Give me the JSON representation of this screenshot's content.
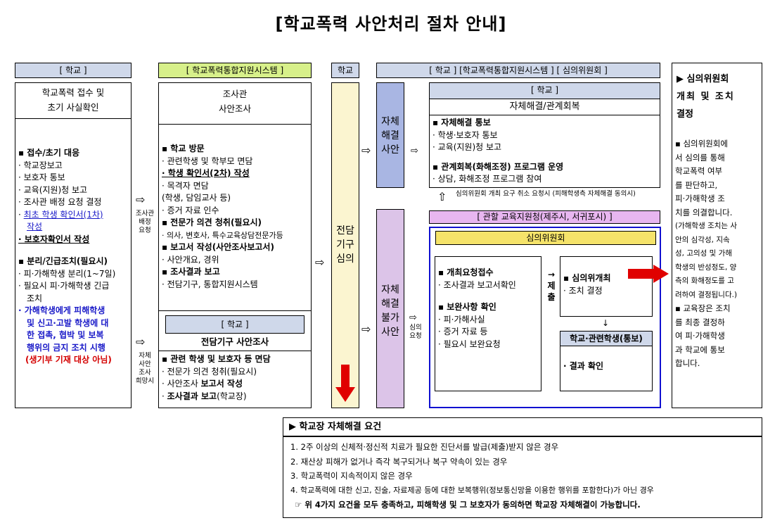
{
  "title": "[학교폭력 사안처리 절차 안내]",
  "col1": {
    "header": "[ 학교 ]",
    "subtitle": [
      "학교폭력 접수 및",
      "초기 사실확인"
    ],
    "sec1_title": "▪ 접수/초기 대응",
    "sec1_items": [
      "· 학교장보고",
      "· 보호자 통보",
      "· 교육(지원)청 보고",
      "· 조사관 배정 요청 결정"
    ],
    "sec1_blue1": "최초 학생 확인서(1차)",
    "sec1_blue2": "작성",
    "sec1_last": "· 보호자확인서 작성",
    "sec2_title": "▪ 분리/긴급조치(필요시)",
    "sec2_items": [
      "· 피·가해학생 분리(1~7일)",
      "· 필요시 피·가해학생 긴급",
      "  조치"
    ],
    "sec2_blue": [
      "· 가해학생에게 피해학생",
      "  및 신고·고발 학생에 대",
      "  한 접촉, 협박 및 보복",
      "  행위의 금지 조치 시행"
    ],
    "sec2_red": "(생기부 기재 대상 아님)"
  },
  "side_labels": {
    "a1": [
      "조사관",
      "배정",
      "요청"
    ],
    "a2": [
      "자체",
      "사안",
      "조사",
      "희망시"
    ],
    "a3": [
      "심의",
      "요청"
    ]
  },
  "col2": {
    "header": "[ 학교폭력통합지원시스템 ]",
    "subtitle": [
      "조사관",
      "사안조사"
    ],
    "s1_title": "▪ 학교 방문",
    "s1_items": [
      "· 관련학생 및 학부모 면담",
      "· 학생 확인서(2차) 작성",
      "· 목격자 면담",
      " (학생, 담임교사 등)",
      "· 증거 자료 인수"
    ],
    "s2_title": "▪ 전문가 의견 청취(필요시)",
    "s2_items": [
      "· 의사, 변호사, 특수교육상담전문가등"
    ],
    "s3_title": "▪ 보고서 작성(사안조사보고서)",
    "s3_items": [
      "· 사안개요, 경위"
    ],
    "s4_title": "▪ 조사결과 보고",
    "s4_items": [
      "· 전담기구, 통합지원시스템"
    ],
    "inner_header": "[ 학교 ]",
    "inner_subtitle": "전담기구 사안조사",
    "inner_items": [
      "▪ 관련 학생 및 보호자 등 면담",
      "· 전문가 의견 청취(필요시)",
      "· 사안조사 보고서 작성",
      "· 조사결과 보고(학교장)"
    ]
  },
  "col3": {
    "header": "학교",
    "label": [
      "전담",
      "기구",
      "심의"
    ]
  },
  "col4": {
    "header": "[ 학교 ] [학교폭력통합지원시스템 ] [ 심의위원회 ]",
    "top_label": [
      "자체",
      "해결",
      "사안"
    ],
    "bottom_label": [
      "자체",
      "해결",
      "불가",
      "사안"
    ],
    "school_box_header": "[ 학교 ]",
    "school_box_sub": "자체해결/관계회복",
    "school_t1": "▪ 자체해결 통보",
    "school_i1": [
      "· 학생·보호자 통보",
      "· 교육(지원)청 보고"
    ],
    "school_t2": "▪ 관계회복(화해조정) 프로그램 운영",
    "school_i2": [
      "· 상담, 화해조정 프로그램 참여"
    ],
    "note": "심의위원회 개최 요구 취소 요청시 (피해학생측 자체해결 동의시)",
    "office_header": "[ 관할 교육지원청(제주시, 서귀포시) ]",
    "committee_title": "심의위원회",
    "left_t1": "▪ 개최요청접수",
    "left_i1": [
      "· 조사결과 보고서확인"
    ],
    "left_t2": "▪ 보완사항 확인",
    "left_i2": [
      "· 피·가해사실",
      "· 증거 자료 등",
      "· 필요시 보완요청"
    ],
    "submit": [
      "→",
      "제",
      "출"
    ],
    "right_t": "▪ 심의위개최",
    "right_i": [
      "· 조치 결정"
    ],
    "result_header": "학교·관련학생(통보)",
    "result_item": "· 결과 확인"
  },
  "col5": {
    "title": [
      "▶ 심의위원회",
      "개최 및 조치",
      "결정"
    ],
    "items": [
      "▪ 심의위원회에",
      "서 심의를 통해",
      "학교폭력 여부",
      "를 판단하고,",
      "피·가해학생 조",
      "치를 의결합니다.",
      "(가해학생 조치는 사",
      "안의 심각성, 지속",
      "성, 고의성 및 가해",
      "학생의 반성정도, 양",
      "측의 화해정도를 고",
      "려하여 결정됩니다.)",
      "▪ 교육장은 조치",
      "를 최종 결정하",
      "여 피·가해학생",
      "과 학교에 통보",
      "합니다."
    ]
  },
  "bottom": {
    "title": "▶ 학교장 자체해결 요건",
    "items": [
      "1. 2주 이상의 신체적·정신적 치료가 필요한 진단서를 발급(제출)받지 않은 경우",
      "2. 재산상 피해가 없거나 즉각 복구되거나 복구 약속이 있는 경우",
      "3. 학교폭력이 지속적이지 않은 경우",
      "4. 학교폭력에 대한 신고, 진술, 자료제공 등에 대한 보복행위(정보통신망을 이용한 행위를 포함한다)가 아닌 경우"
    ],
    "note": "☞ 위 4가지 요건을 모두 충족하고, 피해학생 및 그 보호자가 동의하면 학교장 자체해결이 가능합니다."
  },
  "colors": {
    "header_blue": "#cfd8ea",
    "header_green": "#d7f08a",
    "pale_yellow": "#fbf5d0",
    "blue_label": "#a9b6e3",
    "purple": "#dcc4e8",
    "office_purple": "#e8b6f0",
    "yellow": "#f5e36a",
    "blue_border": "#1010d0",
    "red": "#e00000"
  }
}
